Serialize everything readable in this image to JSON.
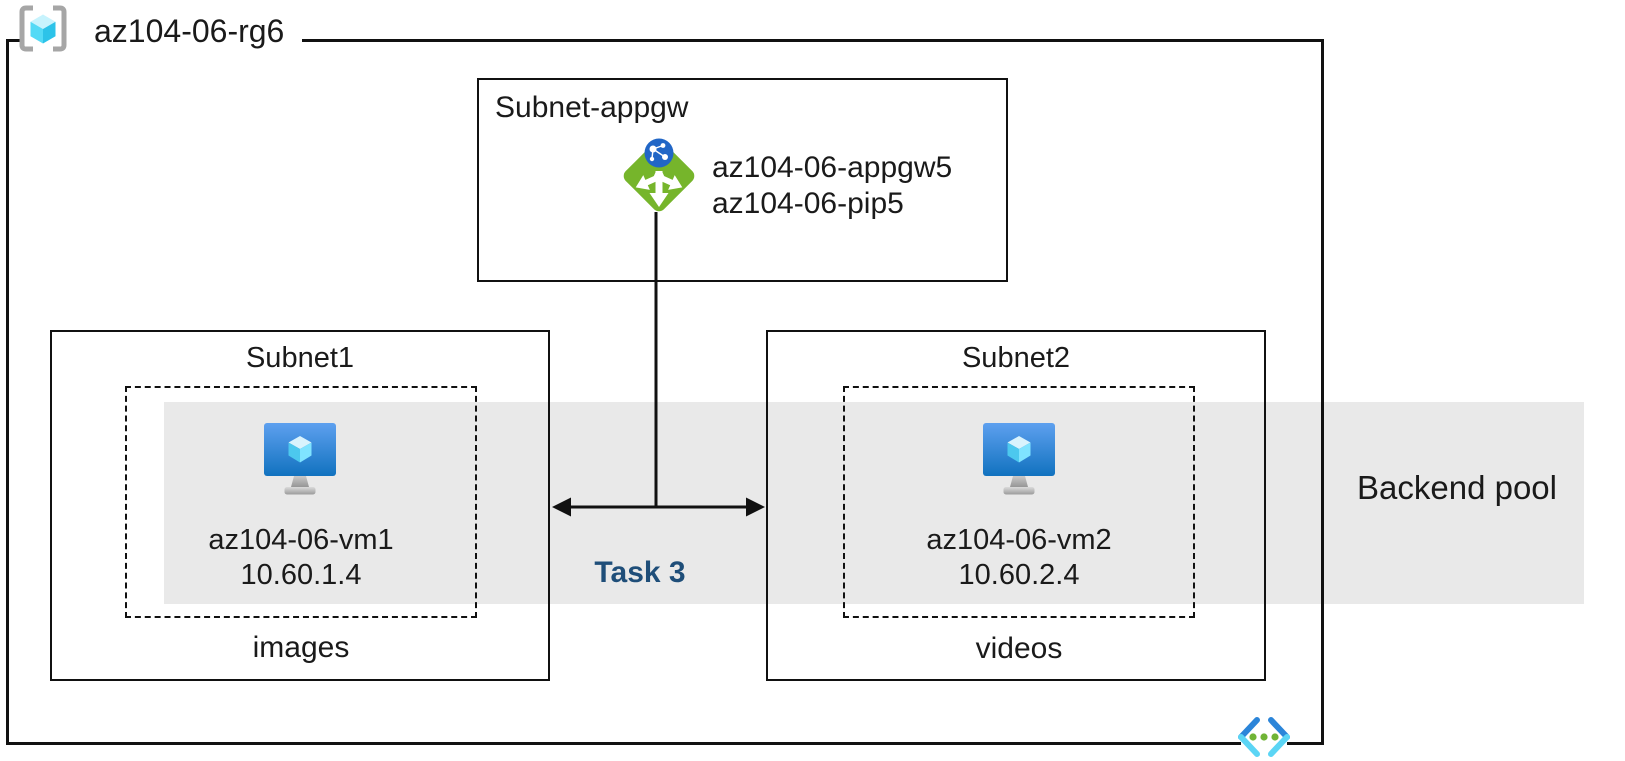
{
  "resource_group": {
    "label": "az104-06-rg6"
  },
  "appgw_subnet": {
    "title": "Subnet-appgw",
    "gateway_name": "az104-06-appgw5",
    "public_ip_name": "az104-06-pip5"
  },
  "subnet1": {
    "title": "Subnet1",
    "vm_name": "az104-06-vm1",
    "vm_ip": "10.60.1.4",
    "caption": "images"
  },
  "subnet2": {
    "title": "Subnet2",
    "vm_name": "az104-06-vm2",
    "vm_ip": "10.60.2.4",
    "caption": "videos"
  },
  "backend_pool": {
    "label": "Backend pool"
  },
  "task": {
    "label": "Task 3"
  },
  "icons": {
    "resource_group": "resource-group-icon",
    "application_gateway": "application-gateway-icon",
    "virtual_machine": "virtual-machine-icon",
    "virtual_network": "virtual-network-icon"
  },
  "colors": {
    "task_label": "#1f4e79",
    "backend_band": "#e9e9e9",
    "appgw_green": "#76b52b",
    "globe_blue": "#2166c6",
    "vm_screen_top": "#5ea0ef",
    "vm_screen_bottom": "#1172bf",
    "cube_cyan": "#50e6ff",
    "vnet_chevron_blue": "#2b85d9",
    "vnet_chevron_cyan": "#5bd5f5",
    "vnet_dot_green": "#70b436",
    "border_black": "#111111"
  }
}
